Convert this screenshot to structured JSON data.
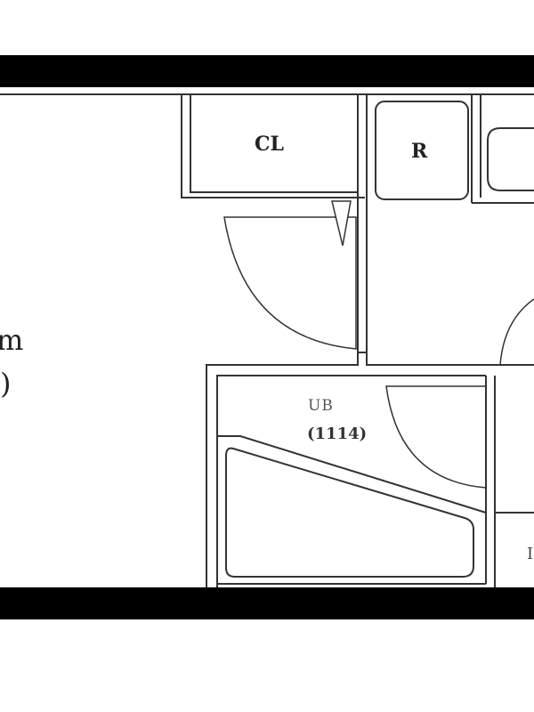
{
  "floor_plan": {
    "labels": {
      "closet": "CL",
      "refrigerator": "R",
      "room_fragment": "m",
      "room_size_fragment": ")",
      "unit_bath": "UB",
      "unit_bath_size": "(1114)",
      "edge_fragment": "I"
    }
  },
  "colors": {
    "wall": "#000000",
    "line": "#333333",
    "background": "#ffffff"
  }
}
